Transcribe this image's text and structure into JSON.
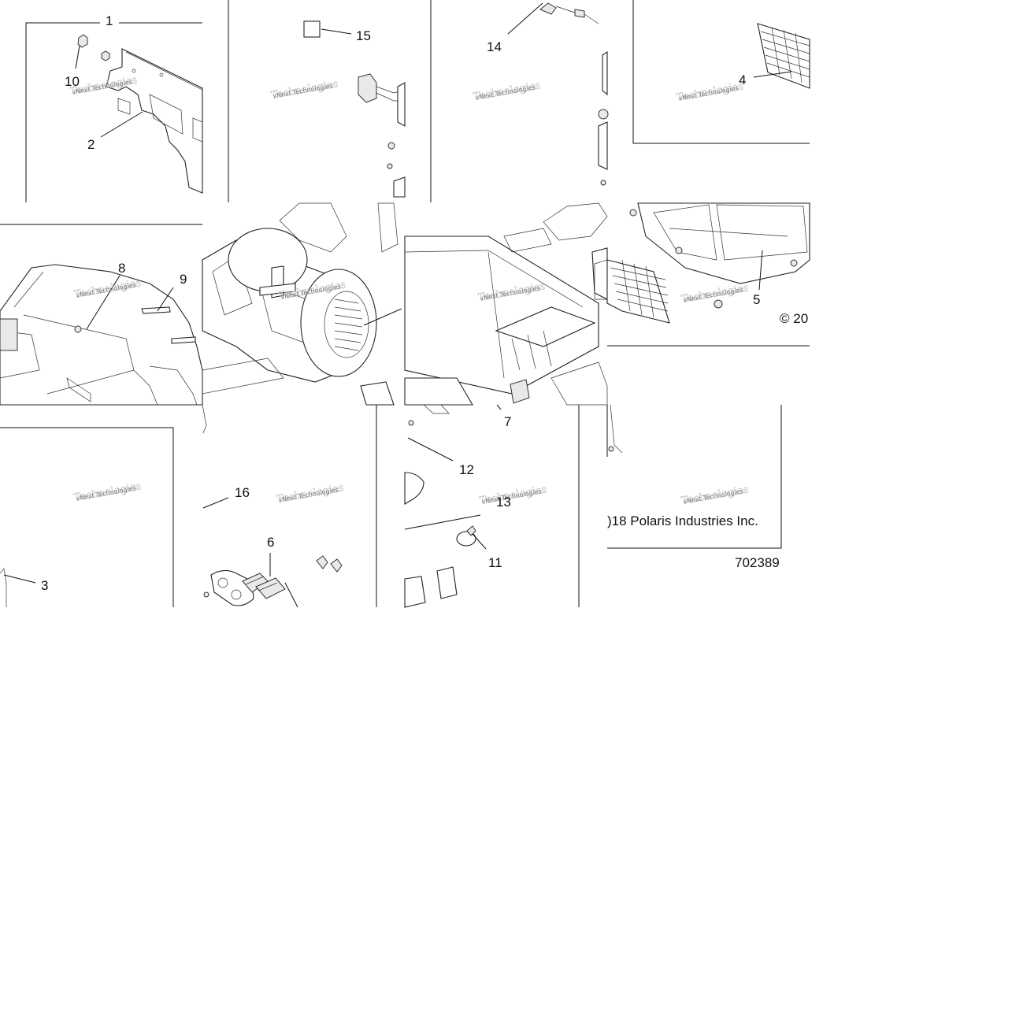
{
  "diagram": {
    "callouts": [
      {
        "id": "1",
        "text": "1"
      },
      {
        "id": "2",
        "text": "2"
      },
      {
        "id": "3",
        "text": "3"
      },
      {
        "id": "4",
        "text": "4"
      },
      {
        "id": "5",
        "text": "5"
      },
      {
        "id": "6",
        "text": "6"
      },
      {
        "id": "7",
        "text": "7"
      },
      {
        "id": "8",
        "text": "8"
      },
      {
        "id": "9",
        "text": "9"
      },
      {
        "id": "10",
        "text": "10"
      },
      {
        "id": "11",
        "text": "11"
      },
      {
        "id": "12",
        "text": "12"
      },
      {
        "id": "13",
        "text": "13"
      },
      {
        "id": "14",
        "text": "14"
      },
      {
        "id": "15",
        "text": "15"
      },
      {
        "id": "16",
        "text": "16"
      }
    ],
    "watermark_text": "vNext Technologies",
    "copyright_fragment_top": "© 20",
    "copyright_fragment_bottom": ")18 Polaris Industries Inc.",
    "drawing_number": "702389"
  }
}
